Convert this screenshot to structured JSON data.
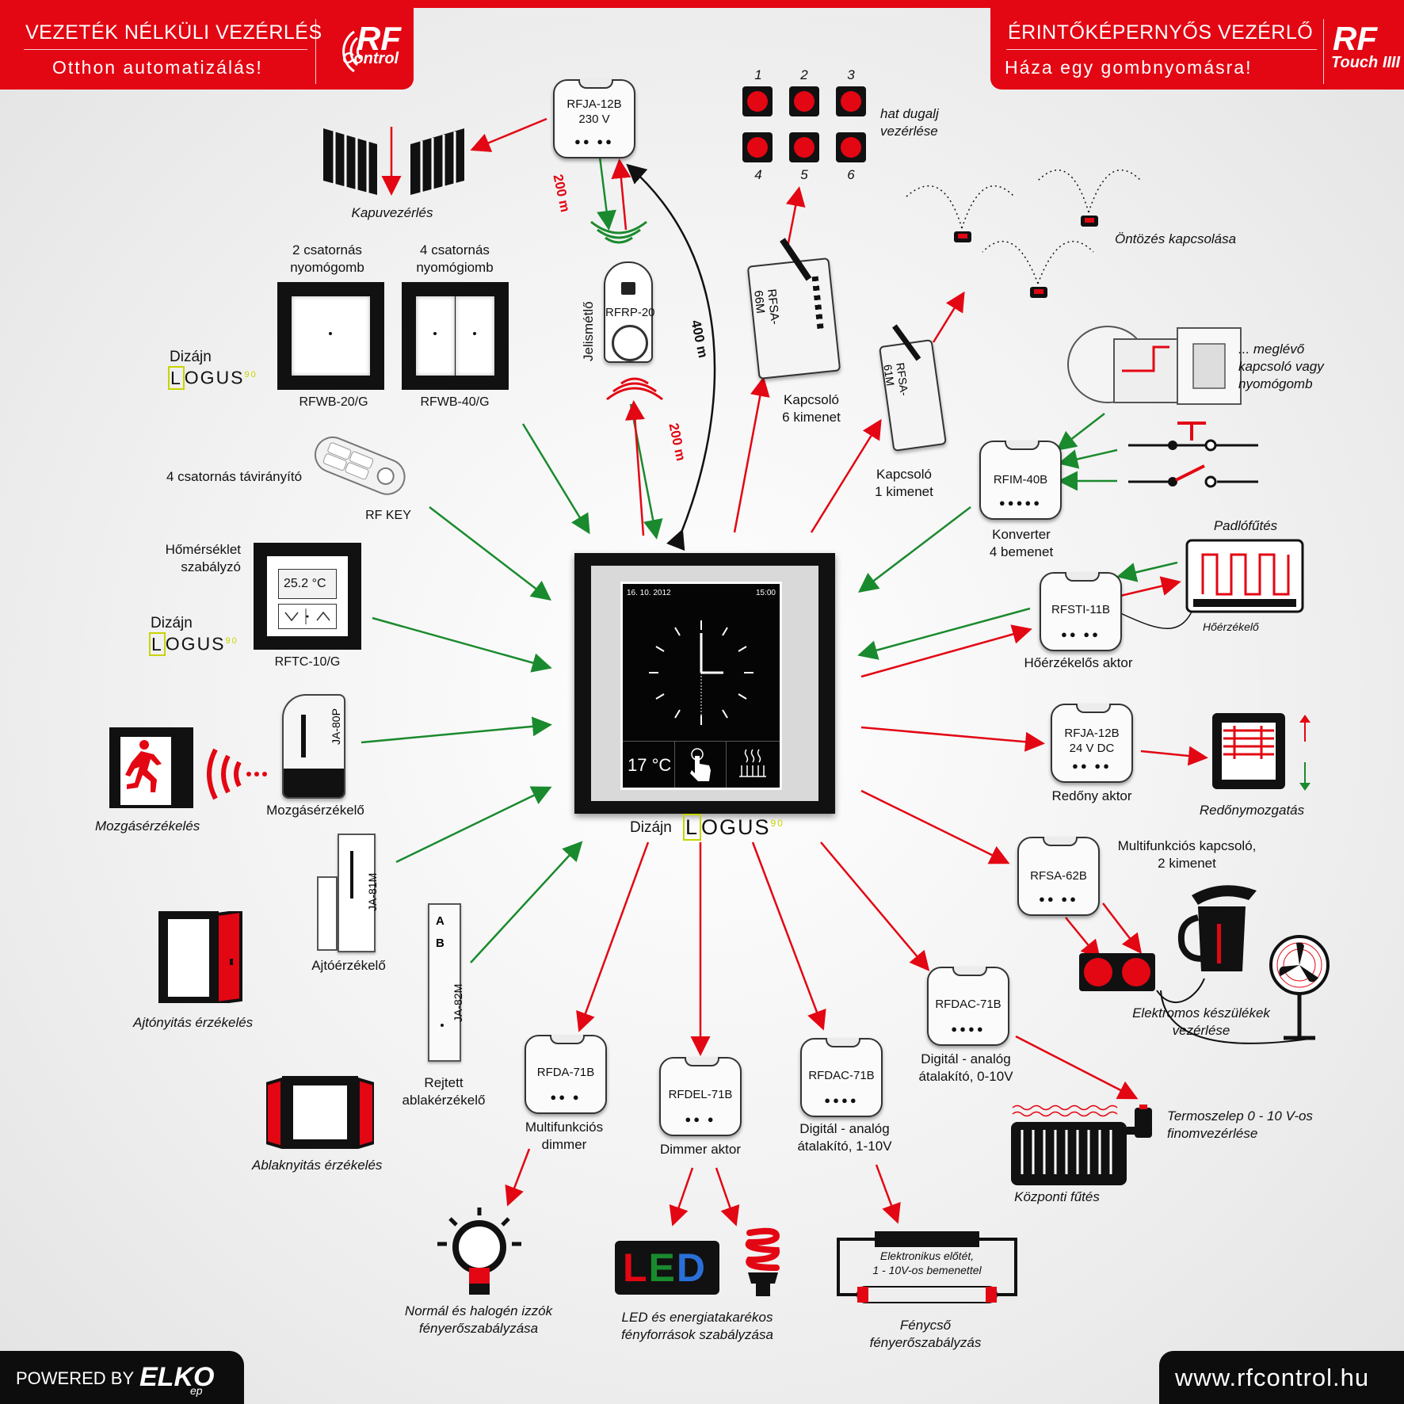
{
  "header_left": {
    "line1": "VEZETÉK NÉLKÜLI VEZÉRLÉS",
    "line2": "Otthon automatizálás!",
    "logo_rf": "RF",
    "logo_sub": "Control"
  },
  "header_right": {
    "line1": "ÉRINTŐKÉPERNYŐS VEZÉRLŐ",
    "line2": "Háza egy gombnyomásra!",
    "logo_rf": "RF",
    "logo_sub": "Touch",
    "logo_bars": "IIII"
  },
  "footer": {
    "powered_by": "POWERED BY",
    "brand": "ELKO",
    "brand_sub": "ep",
    "url": "www.rfcontrol.hu"
  },
  "colors": {
    "brand_red": "#e30613",
    "sensor_arrow_green": "#1a8a2e",
    "actuator_arrow_red": "#e30613",
    "dark": "#111111"
  },
  "center": {
    "screen_date": "16. 10. 2012",
    "screen_time": "15:00",
    "screen_temp": "17 °C",
    "design_label": "Dizájn",
    "design_brand": "LOGUS",
    "design_brand_sup": "90"
  },
  "top": {
    "gate_module": "RFJA-12B\n230 V",
    "gate_label": "Kapuvezérlés",
    "repeater_module": "RFRP-20",
    "repeater_label": "Jelismétlő",
    "range_200_top": "200 m",
    "range_200_bottom": "200 m",
    "range_400": "400 m",
    "sockets_numbers": [
      "1",
      "2",
      "3",
      "4",
      "5",
      "6"
    ],
    "sockets_label": "hat dugalj\nvezérlése",
    "switch6_module": "RFSA-66M",
    "switch6_label": "Kapcsoló\n6 kimenet",
    "switch1_module": "RFSA-61M",
    "switch1_label": "Kapcsoló\n1 kimenet",
    "irrigation_label": "Öntözés kapcsolása"
  },
  "left": {
    "btn2_title": "2 csatornás\nnyomógomb",
    "btn4_title": "4 csatornás\nnyomógiomb",
    "btn2_name": "RFWB-20/G",
    "btn4_name": "RFWB-40/G",
    "design_label": "Dizájn",
    "remote_label": "4 csatornás távirányító",
    "remote_name": "RF KEY",
    "thermo_label": "Hőmérséklet\nszabályzó",
    "thermo_value": "25.2 °C",
    "thermo_name": "RFTC-10/G",
    "thermo_design": "Dizájn",
    "motion_device": "JA-80P",
    "motion_device_label": "Mozgásérzékelő",
    "motion_label": "Mozgásérzékelés",
    "door_device": "JA-81M",
    "door_device_label": "Ajtóérzékelő",
    "door_label": "Ajtónyitás érzékelés",
    "window_device": "JA-82M",
    "window_ab": [
      "A",
      "B"
    ],
    "window_device_label": "Rejtett\nablakérzékelő",
    "window_label": "Ablaknyitás érzékelés"
  },
  "right": {
    "existing_switch": "... meglévő\nkapcsoló vagy\nnyomógomb",
    "converter_module": "RFIM-40B",
    "converter_label": "Konverter\n4 bemenet",
    "floor_heating": "Padlófűtés",
    "heat_sensor": "Hőérzékelő",
    "heat_actuator_module": "RFSTI-11B",
    "heat_actuator_label": "Hőérzékelős aktor",
    "shutter_module": "RFJA-12B\n24 V DC",
    "shutter_label": "Redőny aktor",
    "shutter_move": "Redőnymozgatás",
    "multi_module": "RFSA-62B",
    "multi_label": "Multifunkciós kapcsoló,\n2 kimenet",
    "appliances": "Elektromos készülékek\nvezérlése",
    "dac010_module": "RFDAC-71B",
    "dac010_label": "Digitál - analóg\nátalakító, 0-10V",
    "thermovalve": "Termoszelep 0 - 10 V-os\nfinomvezérlése",
    "central_heating": "Központi fűtés"
  },
  "bottom": {
    "dimmer_module": "RFDA-71B",
    "dimmer_label": "Multifunkciós\ndimmer",
    "bulb_label": "Normál és halogén izzók\nfényerőszabályzása",
    "dimmer_actor_module": "RFDEL-71B",
    "dimmer_actor_label": "Dimmer aktor",
    "led_text": "LED",
    "led_label": "LED és energiatakarékos\nfényforrások szabályzása",
    "dac110_module": "RFDAC-71B",
    "dac110_label": "Digitál - analóg\nátalakító, 1-10V",
    "ballast": "Elektronikus előtét,\n1 - 10V-os bemenettel",
    "fluorescent": "Fénycső\nfényerőszabályzás"
  }
}
